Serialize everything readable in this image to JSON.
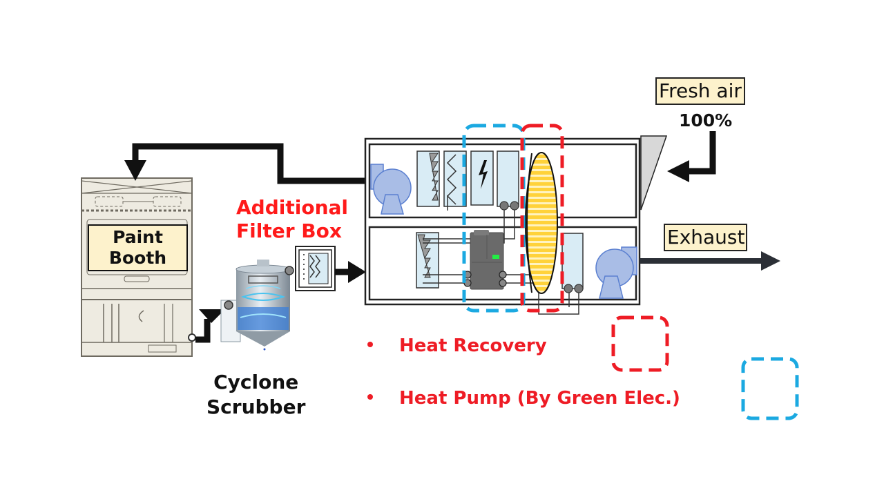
{
  "labels": {
    "paint_booth_line1": "Paint",
    "paint_booth_line2": "Booth",
    "additional_filter_box_line1": "Additional",
    "additional_filter_box_line2": "Filter Box",
    "cyclone_scrubber_line1": "Cyclone",
    "cyclone_scrubber_line2": "Scrubber",
    "fresh_air": "Fresh air",
    "fresh_air_percent": "100%",
    "exhaust": "Exhaust"
  },
  "legend": [
    {
      "label": "Heat Recovery",
      "style": "dashed-box",
      "color": "#ee1c25"
    },
    {
      "label": "Heat Pump (By Green Elec.)",
      "style": "dashed-box",
      "color": "#1ba9e1"
    }
  ],
  "icons": {
    "bullet": "•",
    "fan": "centrifugal-fan-icon",
    "filter": "pleated-filter-icon",
    "electric_heater": "lightning-icon",
    "heat_wheel": "rotary-heat-wheel-icon",
    "heat_pump": "heat-pump-unit-icon",
    "cyclone": "cyclone-scrubber-icon"
  },
  "colors": {
    "heat_recovery": "#ee1c25",
    "heat_pump": "#1ba9e1",
    "annotation_red": "#ff1a1a",
    "label_fill": "#fdf2cc",
    "fan_fill": "#a9bde6",
    "coil_fill": "#d9ecf5",
    "wheel_fill": "#ffd23a"
  }
}
